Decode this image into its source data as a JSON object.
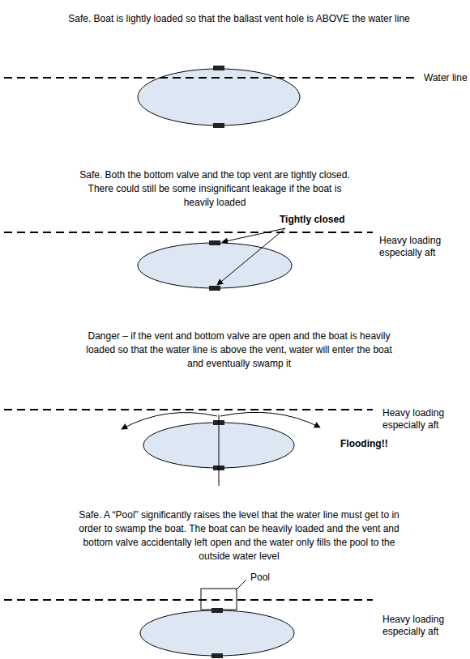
{
  "diagram": {
    "nodes": [
      {
        "text": [
          "Safe. Boat is lightly loaded so that the ballast vent hole is ABOVE the water line"
        ]
      },
      {
        "text": [
          "Safe. Both the bottom valve and the top vent are tightly closed. There could still be some insignificant leakage if the boat is heavily loaded"
        ]
      },
      {
        "text": [
          "Danger – if the vent and bottom valve are open and the boat is heavily loaded so that the water line is above the vent, water will enter the boat and eventually swamp it"
        ]
      },
      {
        "text": [
          "Safe. A “Pool” significantly raises the level that the water line must get to in order to swamp the boat. The boat can be heavily loaded and the vent and bottom valve accidentally left open and the water only fills the pool to the outside water level"
        ]
      }
    ],
    "labels": [
      "Water line",
      "Tightly closed",
      "Heavy loading especially aft",
      "Flooding!!",
      "Heavy loading especially aft",
      "Pool",
      "Heavy loading especially aft"
    ]
  }
}
